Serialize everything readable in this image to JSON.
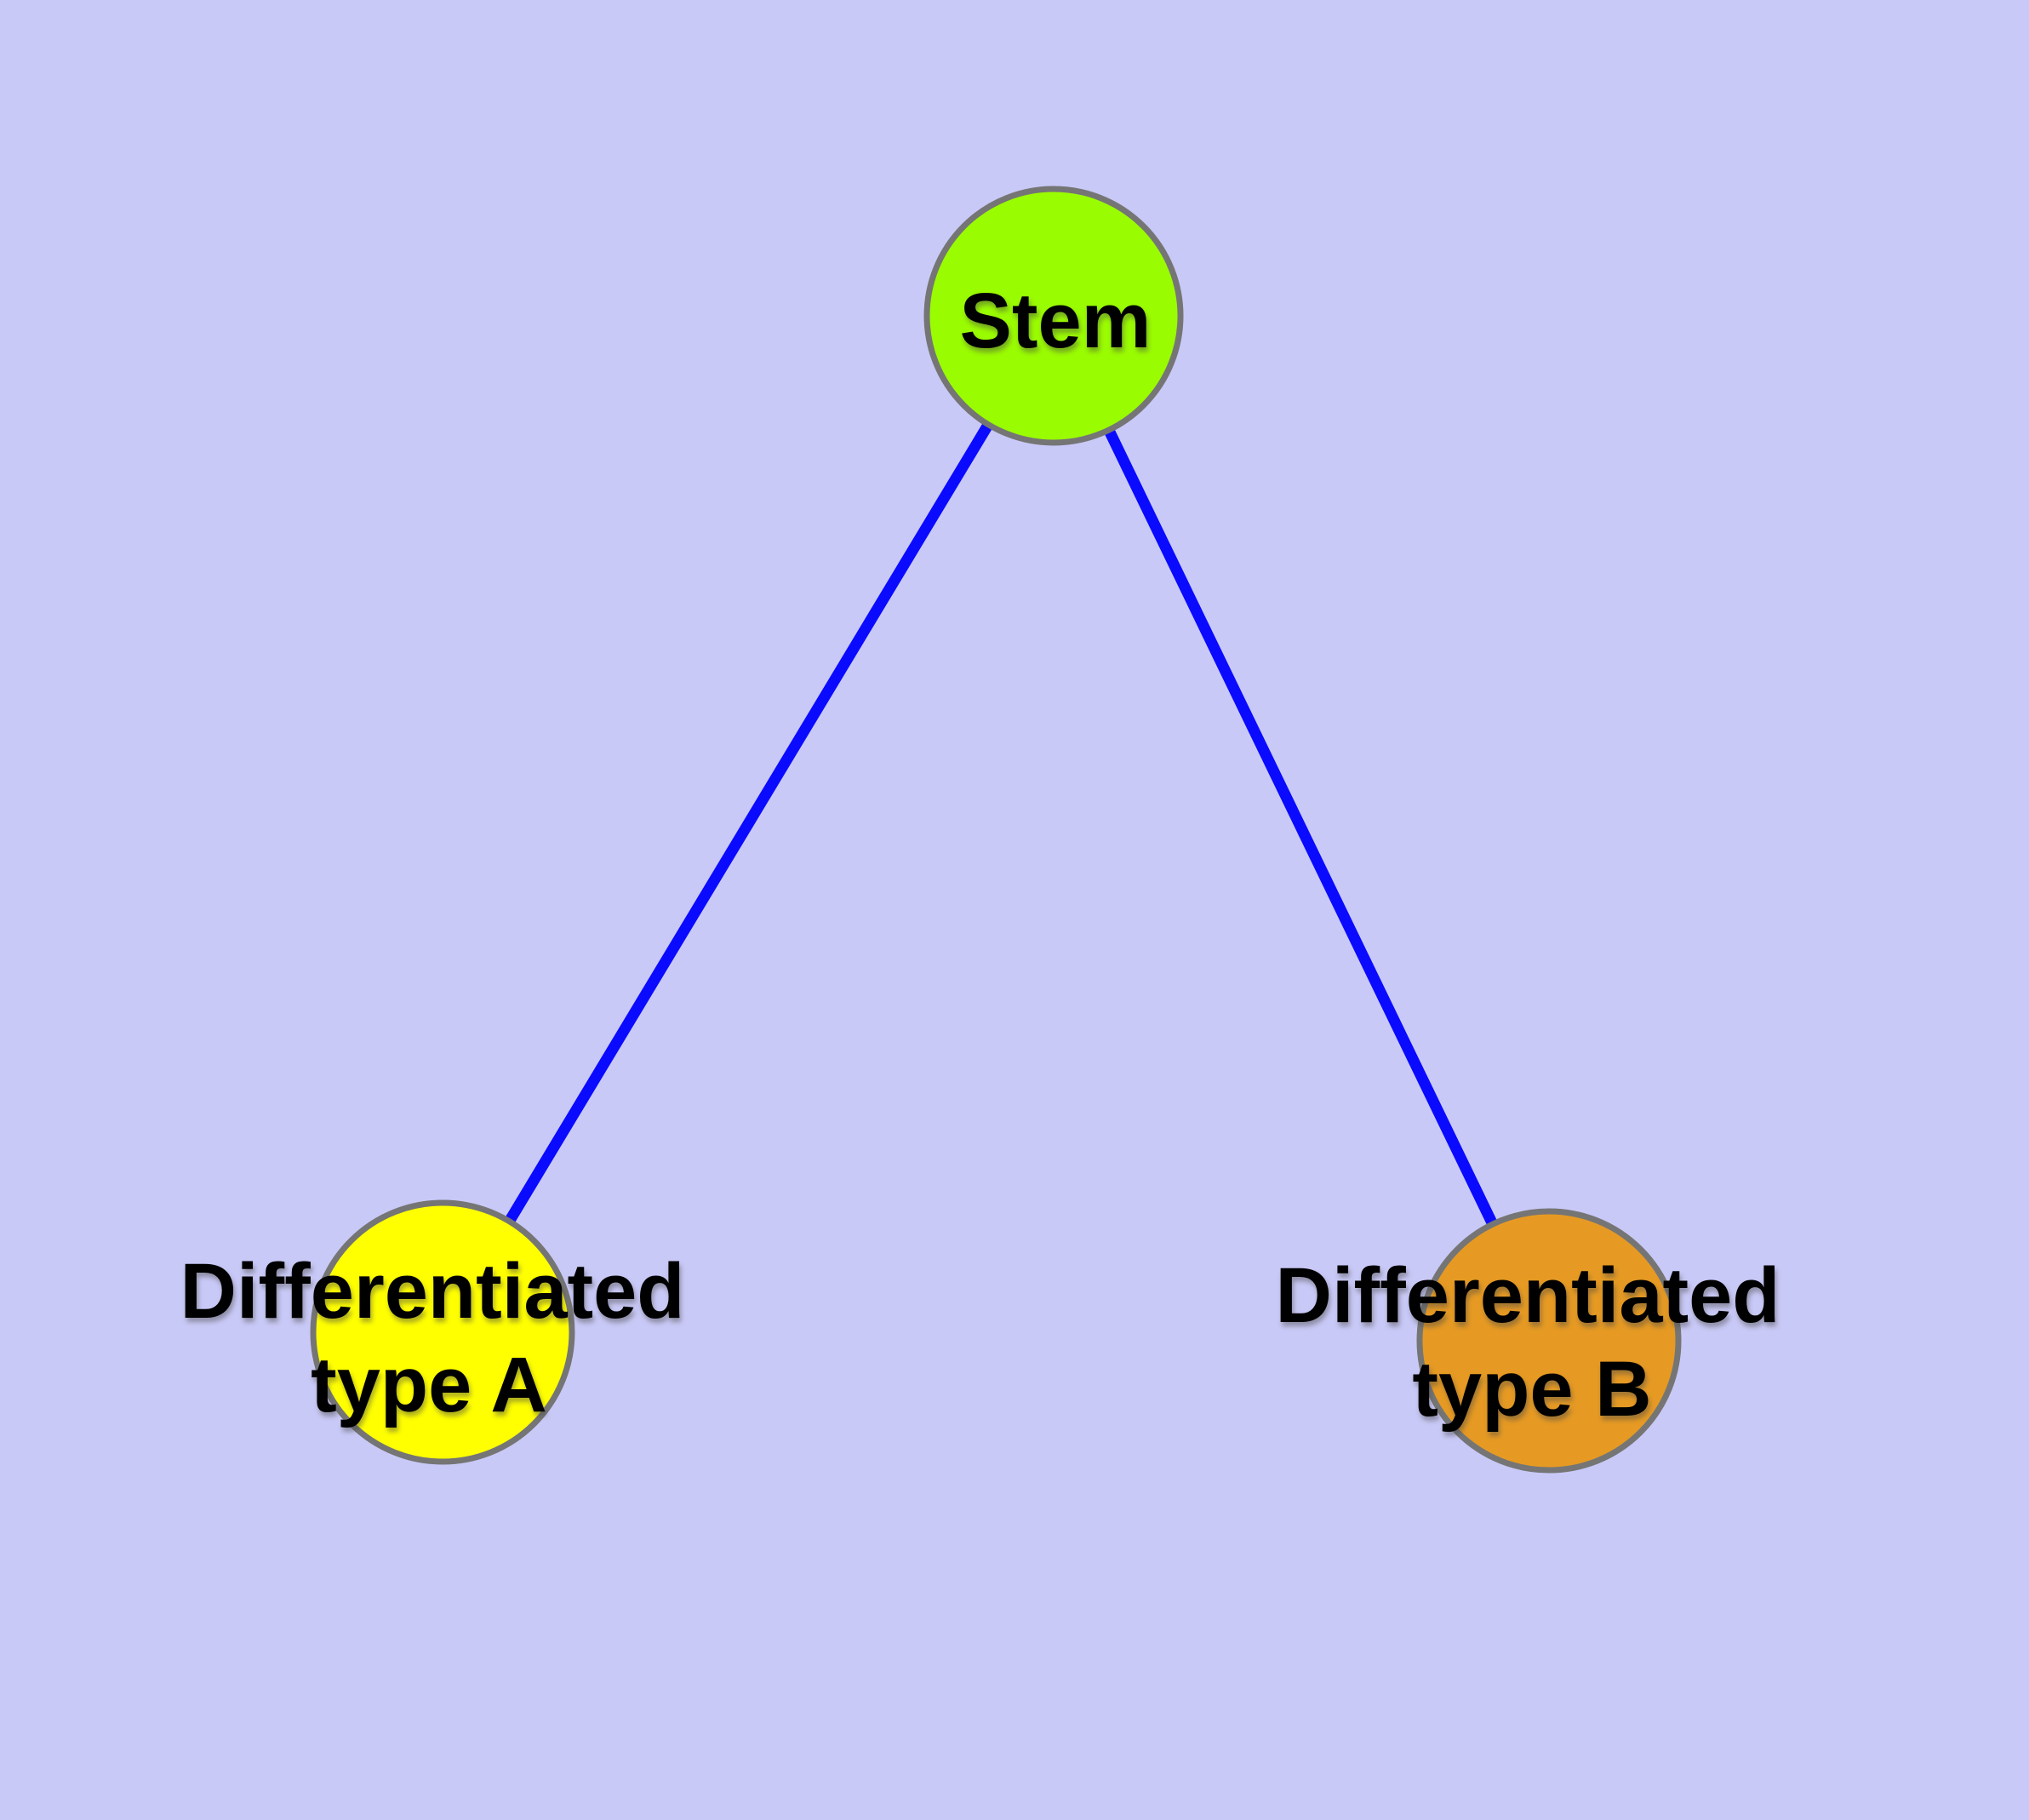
{
  "graph": {
    "background_color": "#C9C9F7",
    "edge_color": "#0A0AFF",
    "node_border_color": "#757575",
    "nodes": [
      {
        "id": "stem",
        "label_lines": [
          "Stem"
        ],
        "fill": "#9AFC00"
      },
      {
        "id": "differentiated-type-a",
        "label_lines": [
          "Differentiated",
          "type A"
        ],
        "fill": "#FFFF00"
      },
      {
        "id": "differentiated-type-b",
        "label_lines": [
          "Differentiated",
          "type B"
        ],
        "fill": "#E69A23"
      }
    ],
    "edges": [
      {
        "from": "stem",
        "to": "differentiated-type-a"
      },
      {
        "from": "stem",
        "to": "differentiated-type-b"
      }
    ]
  }
}
